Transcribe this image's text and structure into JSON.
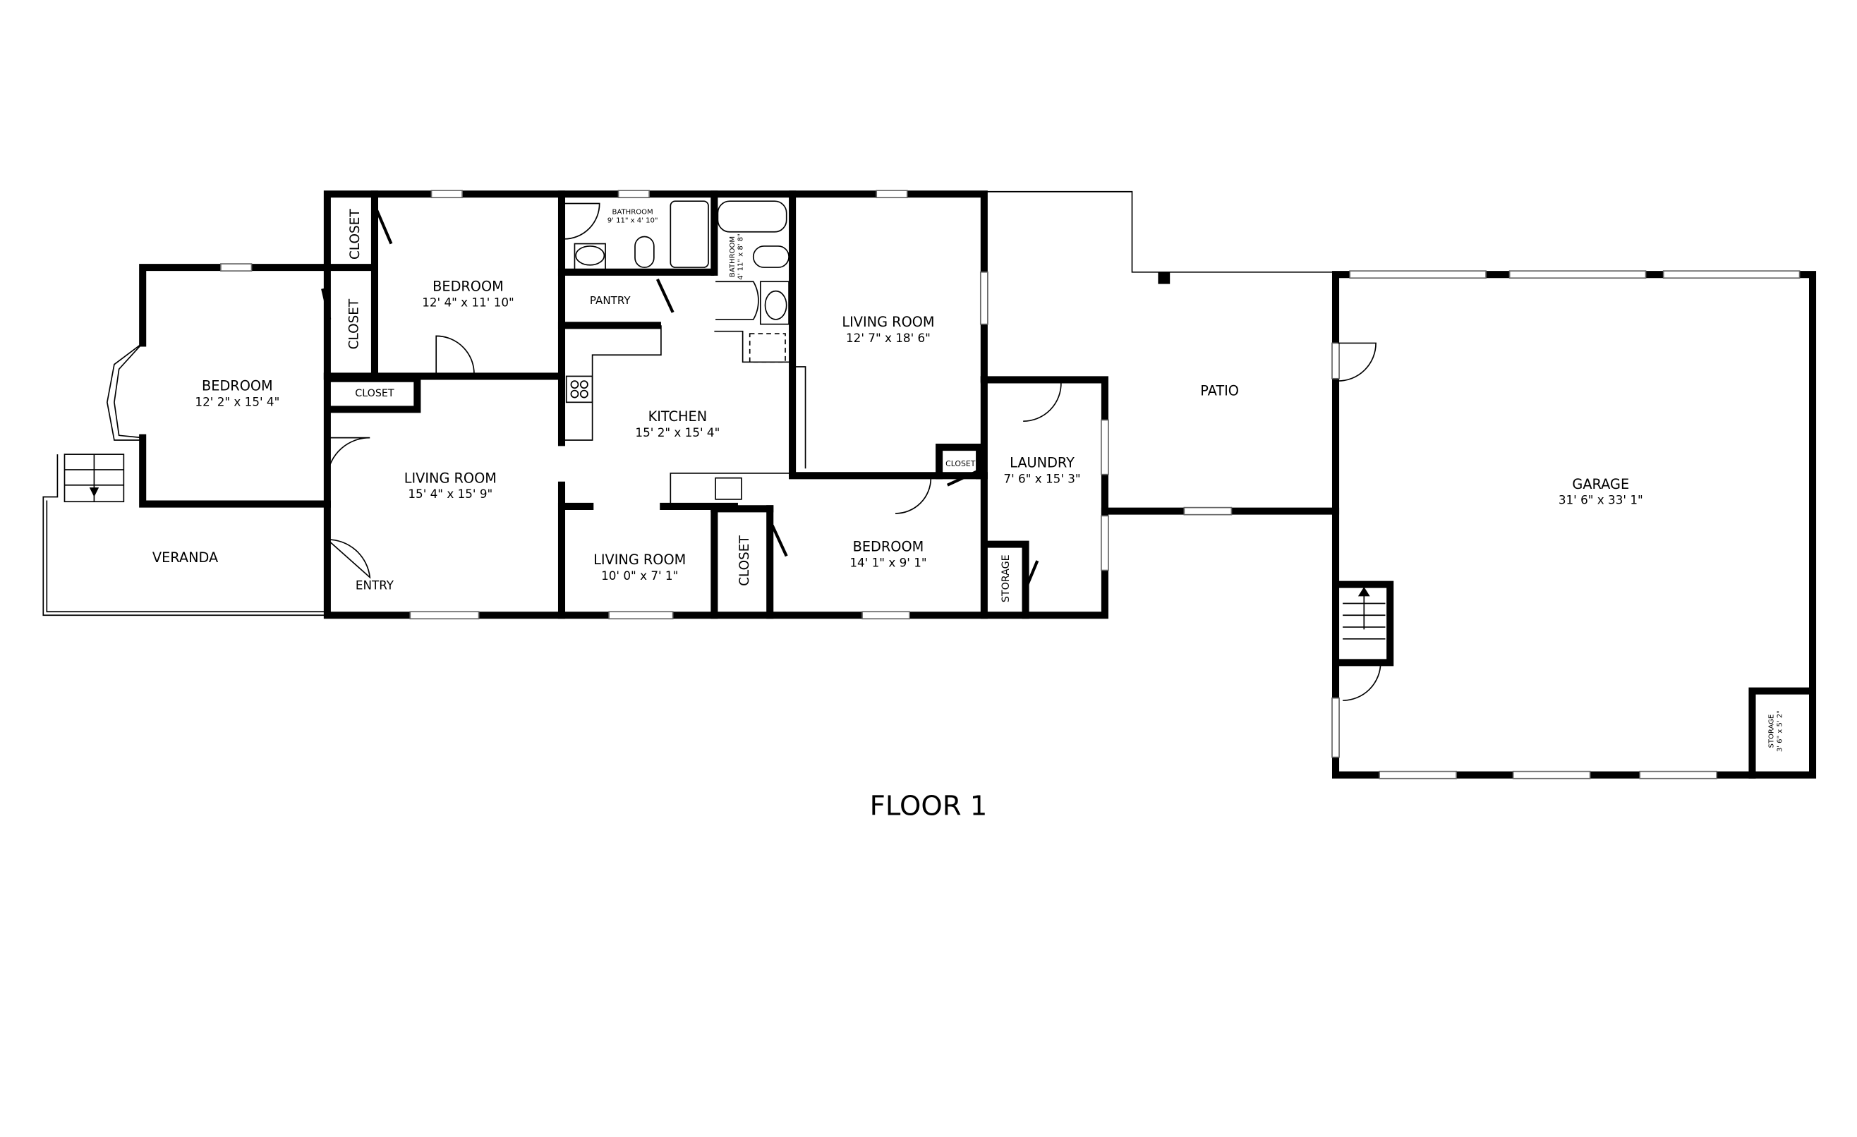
{
  "floor_title": "FLOOR 1",
  "rooms": {
    "bedroom_west": {
      "name": "BEDROOM",
      "dims": "12' 2\" x 15' 4\""
    },
    "bedroom_north": {
      "name": "BEDROOM",
      "dims": "12' 4\" x 11' 10\""
    },
    "closet_1": {
      "name": "CLOSET"
    },
    "closet_2": {
      "name": "CLOSET"
    },
    "closet_3": {
      "name": "CLOSET"
    },
    "closet_4": {
      "name": "CLOSET"
    },
    "closet_5": {
      "name": "CLOSET"
    },
    "bathroom_1": {
      "name": "BATHROOM",
      "dims": "9' 11\" x 4' 10\""
    },
    "bathroom_2": {
      "name": "BATHROOM",
      "dims": "4' 11\" x 8' 8\""
    },
    "pantry": {
      "name": "PANTRY"
    },
    "kitchen": {
      "name": "KITCHEN",
      "dims": "15' 2\" x 15' 4\""
    },
    "living_room_main": {
      "name": "LIVING ROOM",
      "dims": "15' 4\" x 15' 9\""
    },
    "living_room_small": {
      "name": "LIVING ROOM",
      "dims": "10' 0\" x 7' 1\""
    },
    "living_room_east": {
      "name": "LIVING ROOM",
      "dims": "12' 7\" x 18' 6\""
    },
    "bedroom_south": {
      "name": "BEDROOM",
      "dims": "14' 1\" x 9' 1\""
    },
    "laundry": {
      "name": "LAUNDRY",
      "dims": "7' 6\" x 15' 3\""
    },
    "storage_laundry": {
      "name": "STORAGE"
    },
    "veranda": {
      "name": "VERANDA"
    },
    "entry": {
      "name": "ENTRY"
    },
    "patio": {
      "name": "PATIO"
    },
    "garage": {
      "name": "GARAGE",
      "dims": "31' 6\" x 33' 1\""
    },
    "storage_garage": {
      "name": "STORAGE",
      "dims": "3' 6\" x 5' 2\""
    }
  }
}
